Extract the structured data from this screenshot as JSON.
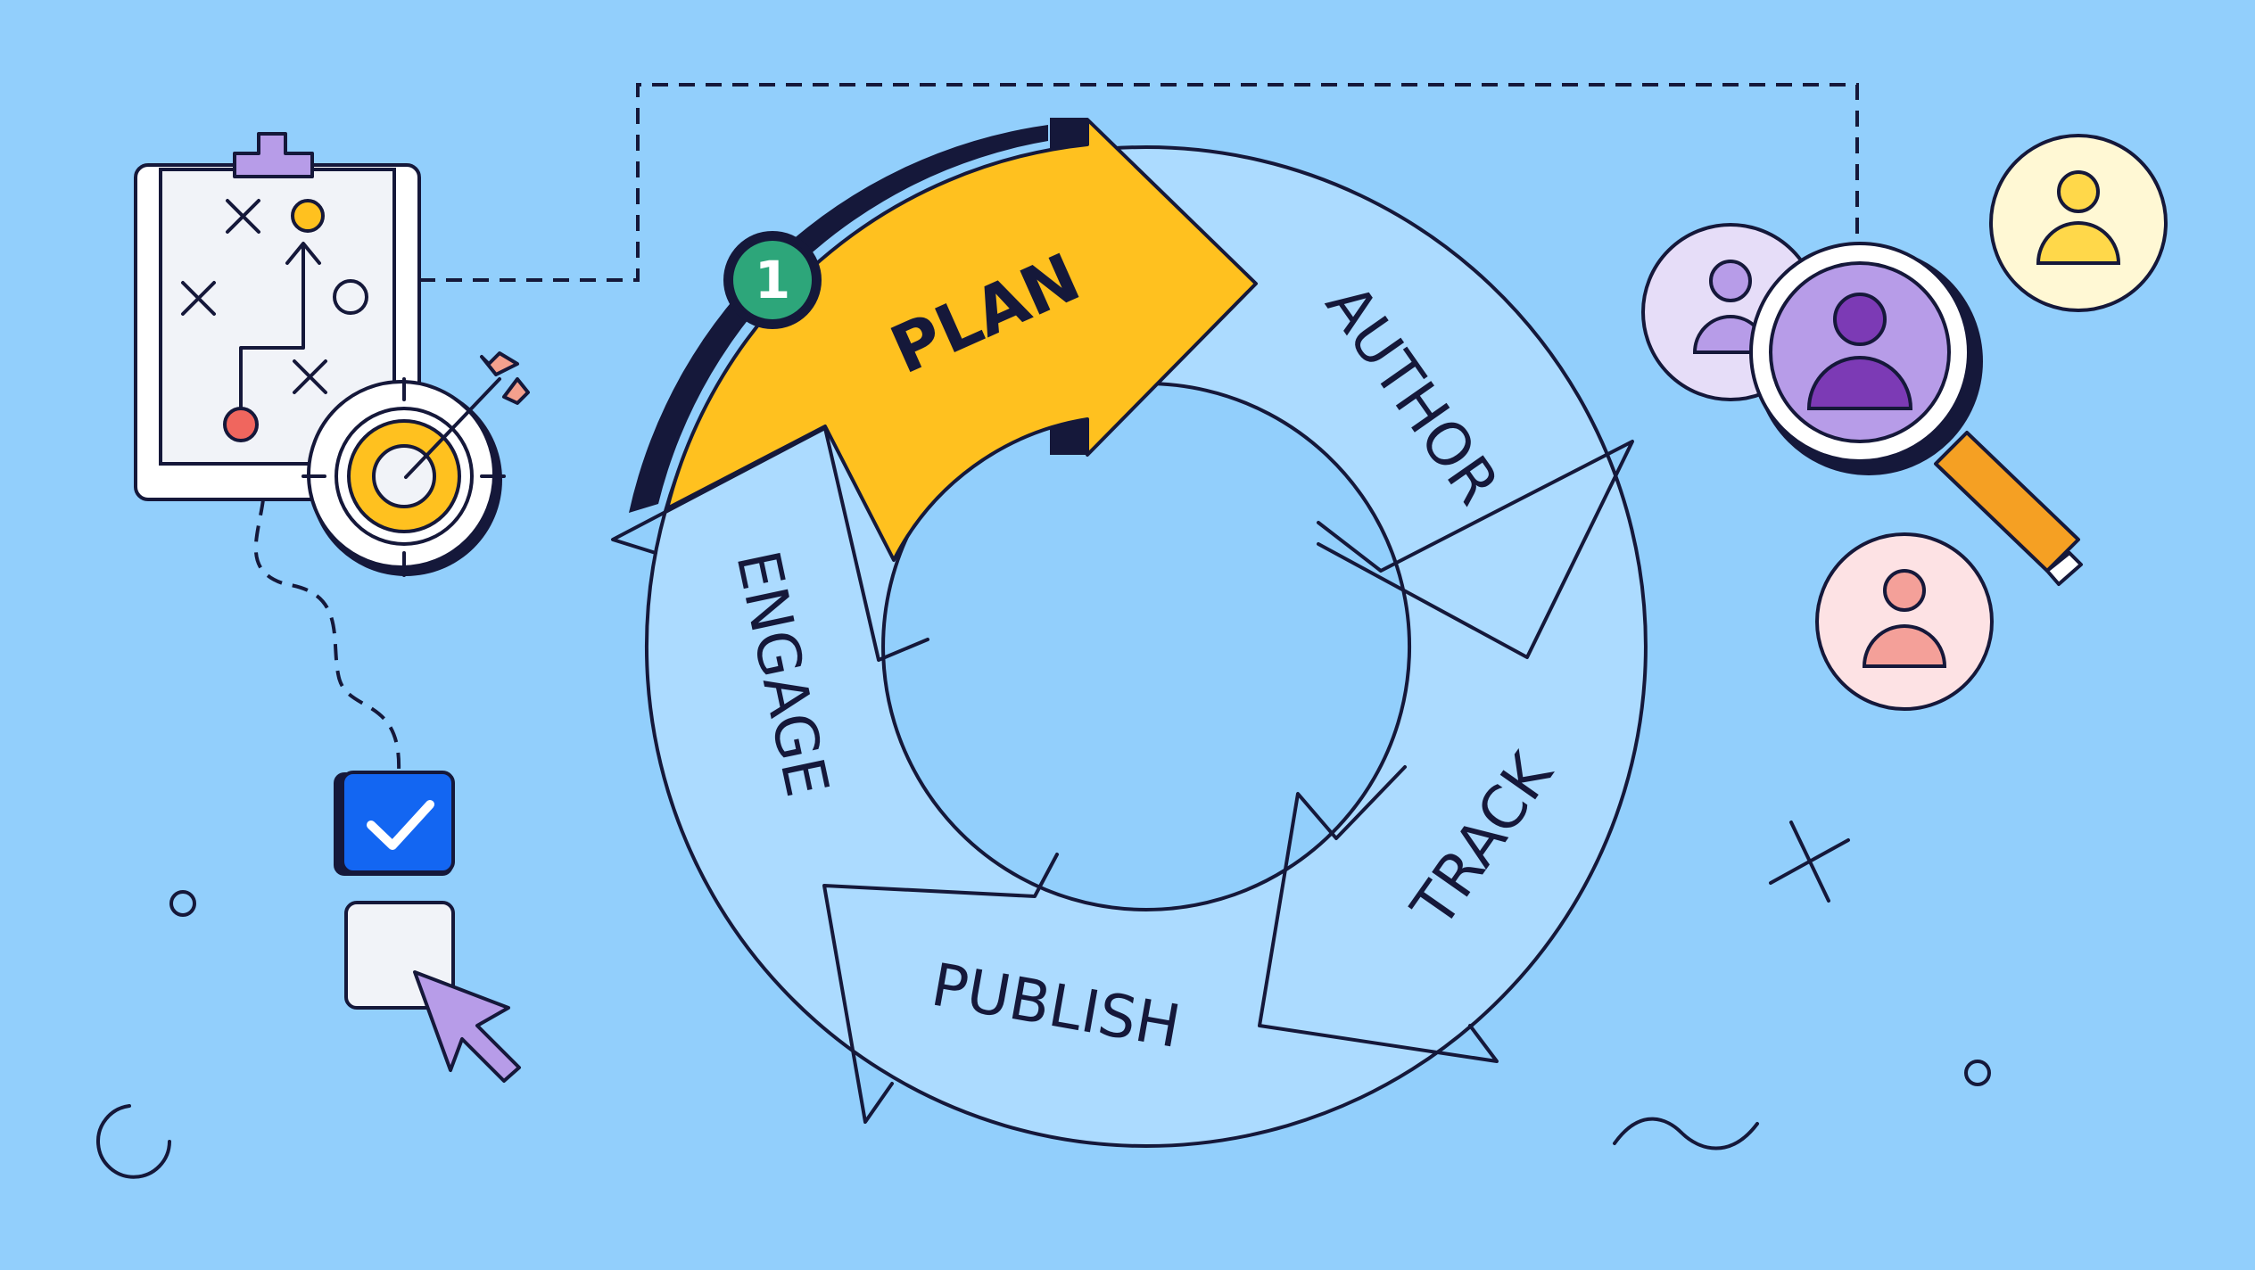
{
  "cycle": {
    "stages": [
      {
        "id": "plan",
        "label": "PLAN",
        "highlighted": true
      },
      {
        "id": "author",
        "label": "AUTHOR"
      },
      {
        "id": "track",
        "label": "TRACK"
      },
      {
        "id": "publish",
        "label": "PUBLISH"
      },
      {
        "id": "engage",
        "label": "ENGAGE"
      }
    ],
    "step_badge": "1"
  },
  "colors": {
    "background": "#92CFFC",
    "ring_fill": "#ACDBFF",
    "highlight": "#FFC11F",
    "badge": "#2DA67A",
    "ink": "#15183A",
    "checkbox_checked": "#1366F2",
    "cursor": "#B79CE8",
    "magnifier_handle": "#F5A023"
  },
  "icons": [
    "clipboard-icon",
    "target-icon",
    "arrow-icon",
    "checkbox-checked-icon",
    "checkbox-empty-icon",
    "cursor-icon",
    "magnifier-icon",
    "user-icon"
  ]
}
